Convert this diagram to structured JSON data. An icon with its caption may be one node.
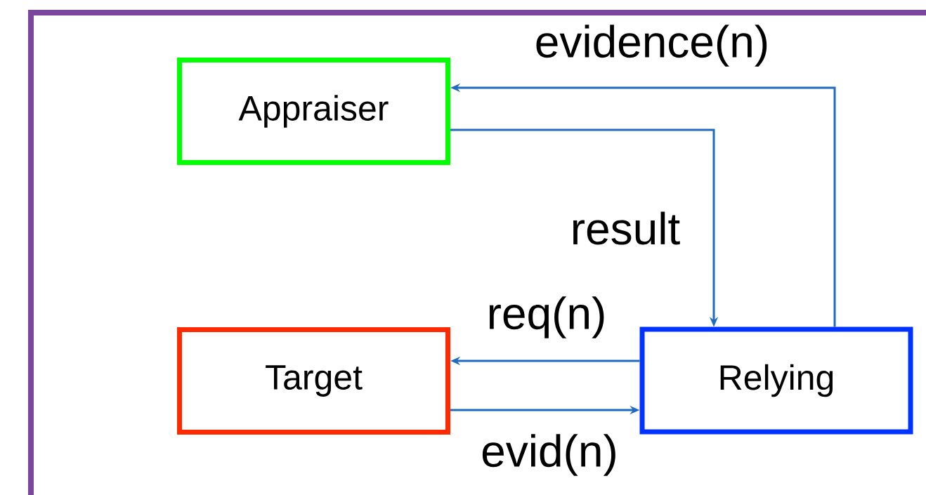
{
  "diagram": {
    "nodes": [
      {
        "text": [
          "Appraiser"
        ]
      },
      {
        "text": [
          "Target"
        ]
      },
      {
        "text": [
          "Relying"
        ]
      }
    ],
    "edges": [
      {
        "from": 2,
        "to": 0,
        "arrow": "to",
        "label": "evidence(n)"
      },
      {
        "from": 0,
        "to": 2,
        "arrow": "to",
        "label": "result"
      },
      {
        "from": 2,
        "to": 1,
        "arrow": "to",
        "label": "req(n)"
      },
      {
        "from": 1,
        "to": 2,
        "arrow": "to",
        "label": "evid(n)"
      }
    ]
  }
}
